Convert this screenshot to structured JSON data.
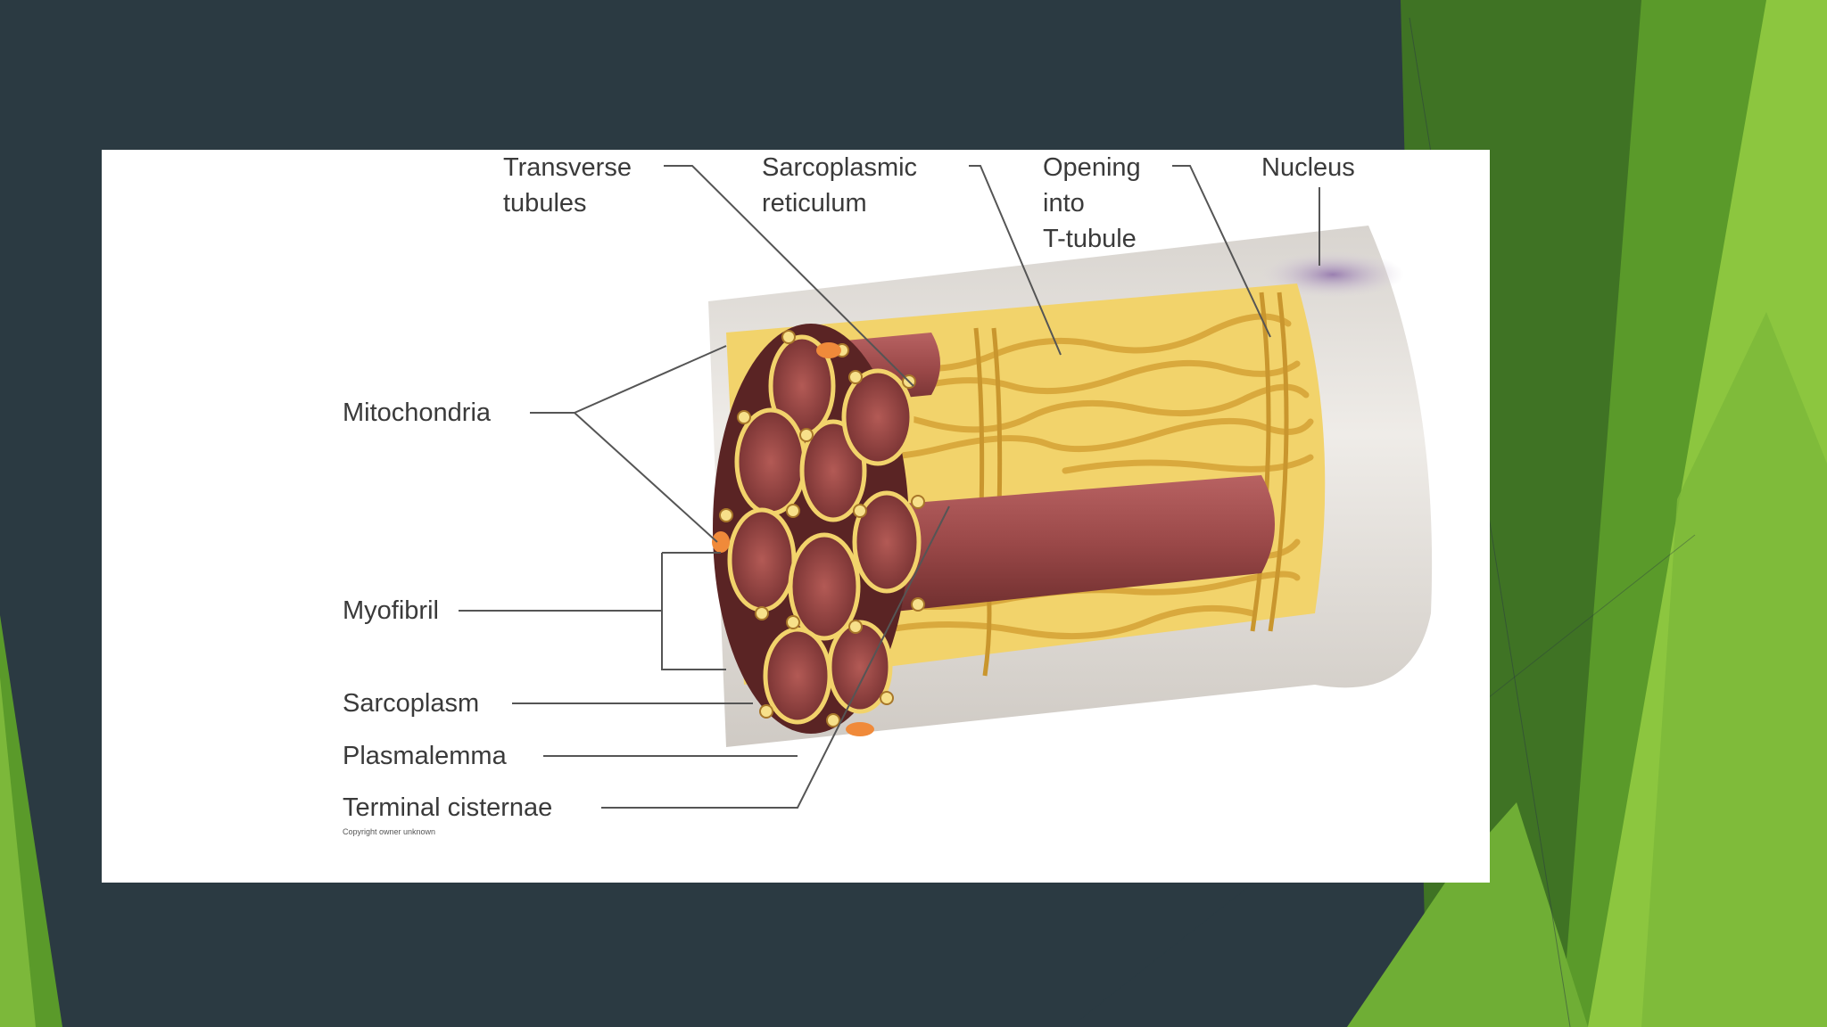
{
  "diagram": {
    "labels": {
      "transverse_tubules": "Transverse\ntubules",
      "sarcoplasmic_reticulum": "Sarcoplasmic\nreticulum",
      "opening_into_t_tubule": "Opening\ninto\nT-tubule",
      "nucleus": "Nucleus",
      "mitochondria": "Mitochondria",
      "myofibril": "Myofibril",
      "sarcoplasm": "Sarcoplasm",
      "plasmalemma": "Plasmalemma",
      "terminal_cisternae": "Terminal cisternae"
    },
    "credit": "Copyright owner unknown"
  },
  "colors": {
    "background": "#2b3a42",
    "accent_green_dark": "#3f7324",
    "accent_green": "#5a9a2a",
    "accent_green_light": "#8cc63f",
    "muscle_red": "#9a4848",
    "reticulum_yellow": "#f2d36b",
    "sarcolemma_gray": "#e6e3df"
  }
}
